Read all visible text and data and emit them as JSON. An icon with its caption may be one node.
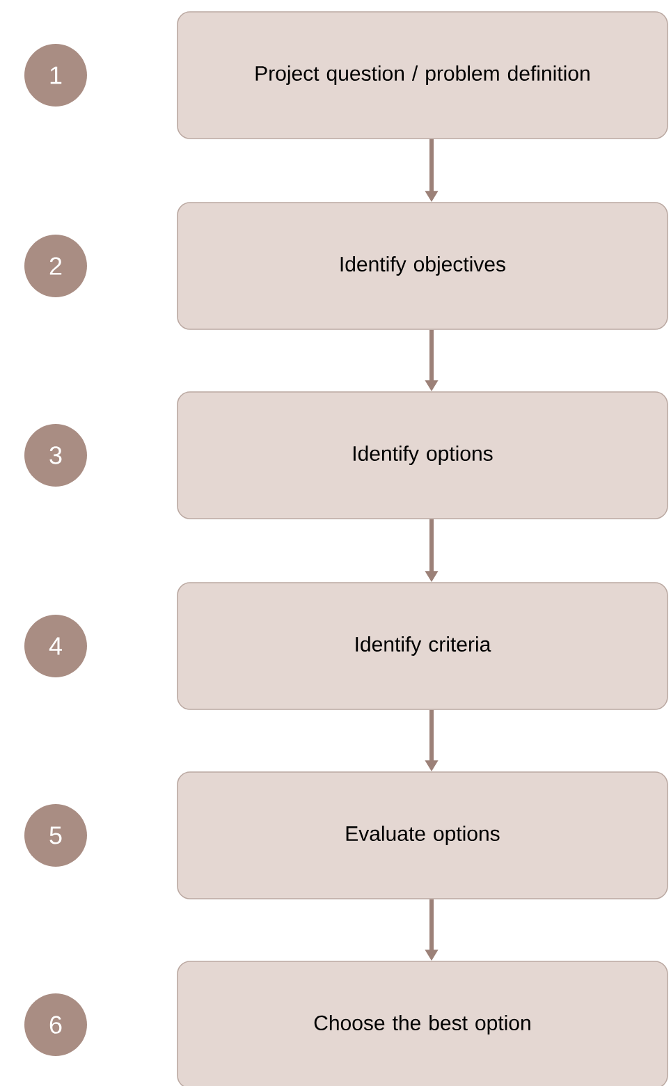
{
  "diagram": {
    "nodes": [
      {
        "text": [
          "1"
        ]
      },
      {
        "text": [
          "Project question / problem definition"
        ]
      },
      {
        "text": [
          "2"
        ]
      },
      {
        "text": [
          "Identify objectives"
        ]
      },
      {
        "text": [
          "3"
        ]
      },
      {
        "text": [
          "Identify options"
        ]
      },
      {
        "text": [
          "4"
        ]
      },
      {
        "text": [
          "Identify criteria"
        ]
      },
      {
        "text": [
          "5"
        ]
      },
      {
        "text": [
          "Evaluate options"
        ]
      },
      {
        "text": [
          "6"
        ]
      },
      {
        "text": [
          "Choose the best option"
        ]
      }
    ],
    "edges": [
      {
        "from": 1,
        "to": 3,
        "arrow": "to"
      },
      {
        "from": 3,
        "to": 5,
        "arrow": "to"
      },
      {
        "from": 5,
        "to": 7,
        "arrow": "to"
      },
      {
        "from": 7,
        "to": 9,
        "arrow": "to"
      },
      {
        "from": 9,
        "to": 11,
        "arrow": "to"
      }
    ]
  }
}
